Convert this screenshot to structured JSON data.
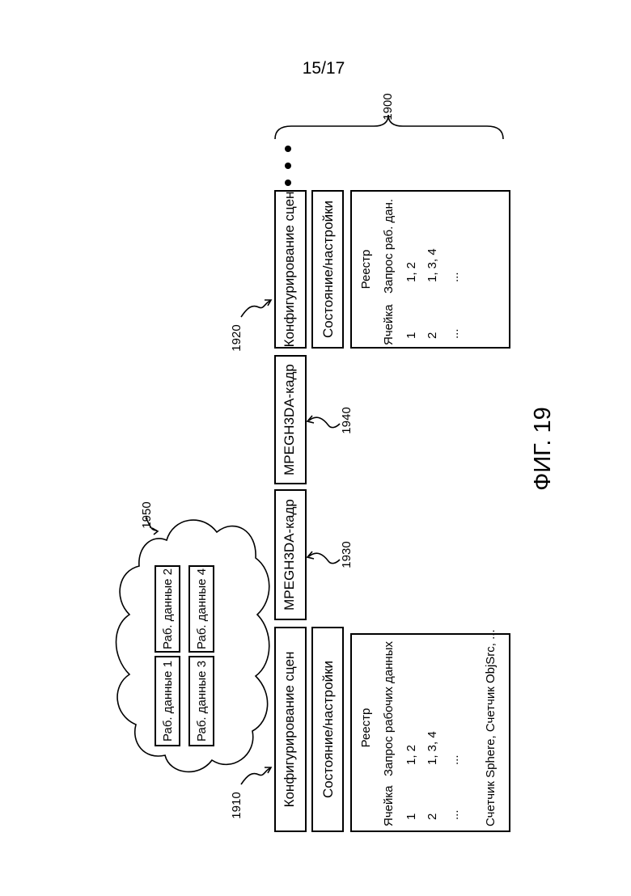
{
  "page_number": "15/17",
  "figure_caption": "ФИГ. 19",
  "refs": {
    "r1900": "1900",
    "r1910": "1910",
    "r1920": "1920",
    "r1930": "1930",
    "r1940": "1940",
    "r1950": "1950"
  },
  "cloud": {
    "items": [
      "Раб. данные 1",
      "Раб. данные 2",
      "Раб. данные 3",
      "Раб. данные 4"
    ]
  },
  "packet_a": {
    "config": "Конфигурирование сцен",
    "state": "Состояние/настройки",
    "registry_title": "Реестр",
    "col_cell": "Ячейка",
    "col_request": "Запрос рабочих данных",
    "rows": [
      {
        "cell": "1",
        "request": "1, 2"
      },
      {
        "cell": "2",
        "request": "1, 3, 4"
      },
      {
        "cell": "...",
        "request": "..."
      }
    ],
    "footer": "Счетчик Sphere, Счетчик ObjSrc, ..."
  },
  "frames": [
    "MPEGH3DA-кадр",
    "MPEGH3DA-кадр"
  ],
  "packet_b": {
    "config": "Конфигурирование сцен",
    "state": "Состояние/настройки",
    "registry_title": "Реестр",
    "col_cell": "Ячейка",
    "col_request": "Запрос раб. дан.",
    "rows": [
      {
        "cell": "1",
        "request": "1, 2"
      },
      {
        "cell": "2",
        "request": "1, 3, 4"
      },
      {
        "cell": "...",
        "request": "..."
      }
    ]
  }
}
